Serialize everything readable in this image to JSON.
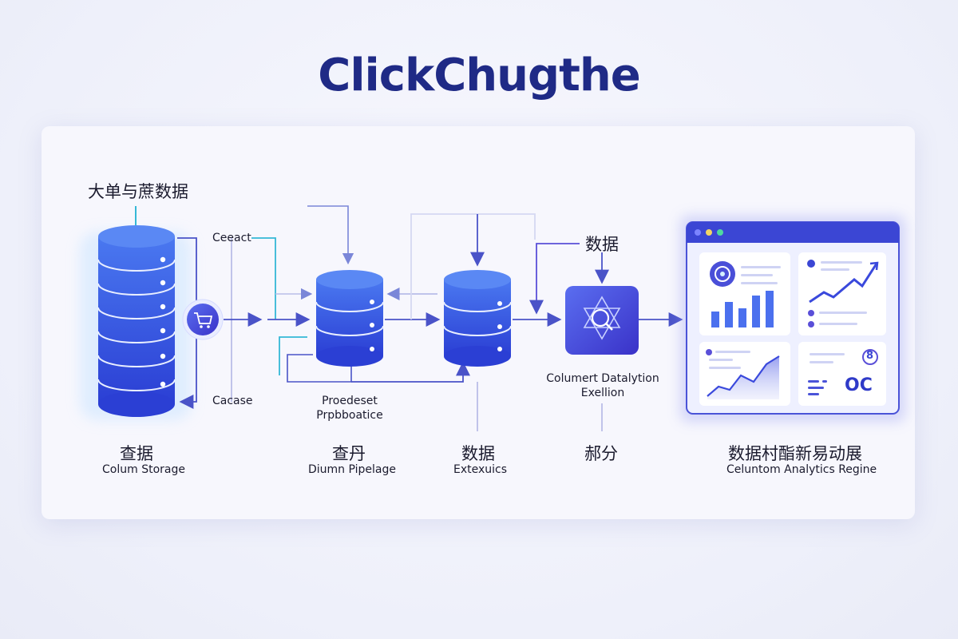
{
  "title": "ClickChugthe",
  "top_label": "大单与蔗数据",
  "storage": {
    "cn": "查据",
    "en": "Colum Storage"
  },
  "side_labels": {
    "top": "Ceeact",
    "bottom": "Cacase"
  },
  "pipeline": {
    "caption_line1": "Proedeset",
    "caption_line2": "Prpbboatice",
    "cn": "查丹",
    "en": "Diumn Pipelage"
  },
  "extension": {
    "cn": "数据",
    "en": "Extexuics"
  },
  "analysis": {
    "top_label": "数据",
    "caption_line1": "Columert Datalytion",
    "caption_line2": "Exellion",
    "cn": "郝分"
  },
  "dashboard": {
    "cn": "数据村酯新易动展",
    "en": "Celuntom Analytics Regine",
    "badge_text": "OC",
    "badge_number": "8"
  },
  "colors": {
    "title": "#1f2a86",
    "db_blue": "#3553e0",
    "accent_purple": "#5a4fd8",
    "arrow": "#4a53c8",
    "line_light": "#b9bde8"
  },
  "icons": [
    "database-icon",
    "cart-icon",
    "search-magnifier-icon",
    "star-of-david-icon",
    "badge-icon",
    "bar-chart-icon",
    "line-chart-icon",
    "area-chart-icon",
    "code-icon"
  ]
}
